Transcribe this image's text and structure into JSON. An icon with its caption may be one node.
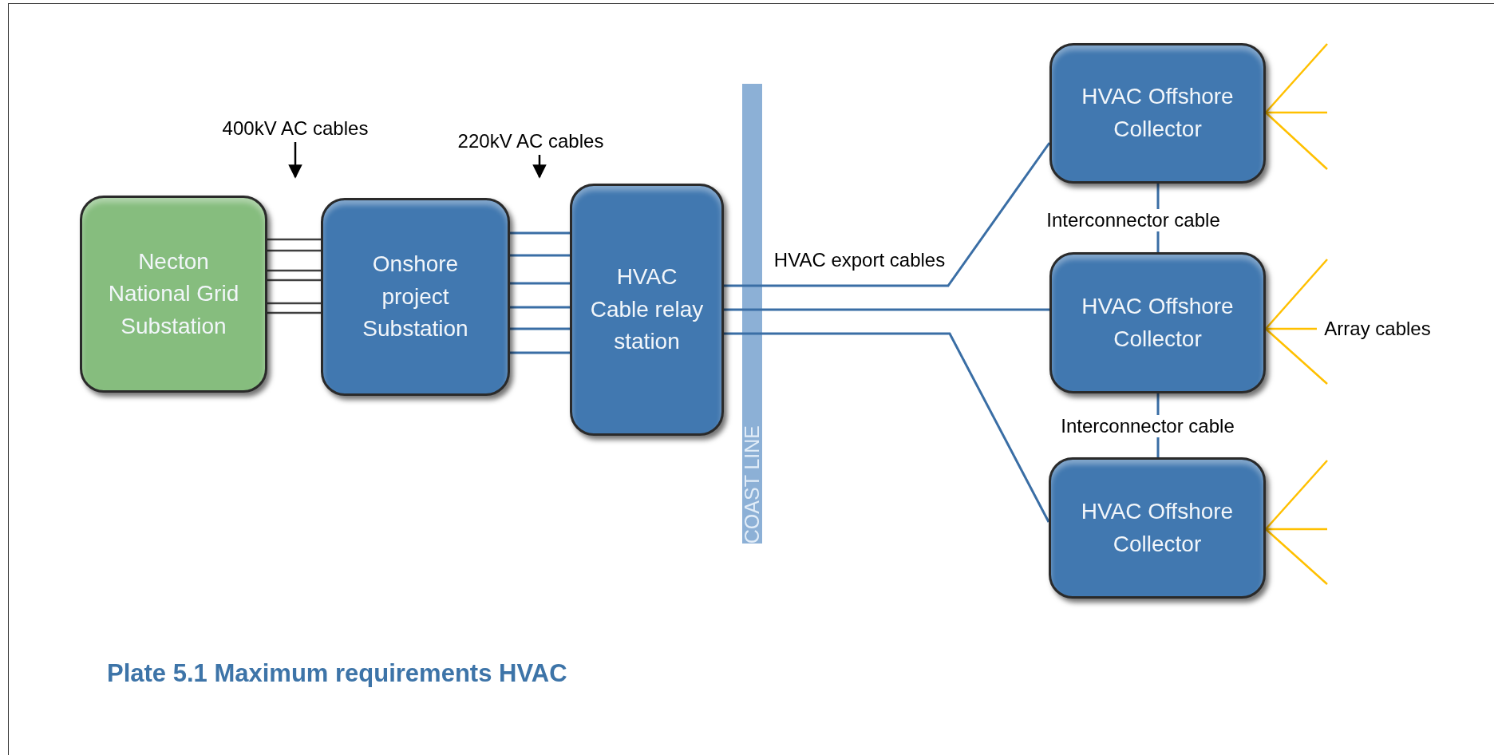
{
  "diagram": {
    "caption": "Plate 5.1 Maximum requirements HVAC",
    "nodes": [
      {
        "text": [
          "Necton National Grid Substation"
        ]
      },
      {
        "text": [
          "Onshore project Substation"
        ]
      },
      {
        "text": [
          "HVAC Cable relay station"
        ]
      },
      {
        "text": [
          "HVAC Offshore Collector"
        ]
      },
      {
        "text": [
          "HVAC Offshore Collector"
        ]
      },
      {
        "text": [
          "HVAC Offshore Collector"
        ]
      },
      {
        "text": [
          "400kV AC cables"
        ]
      },
      {
        "text": [
          "220kV AC cables"
        ]
      },
      {
        "text": [
          "Array cables"
        ]
      }
    ],
    "edges": [
      {
        "from": 0,
        "to": 1,
        "arrow": "none",
        "color": "#404040"
      },
      {
        "from": 0,
        "to": 1,
        "arrow": "none",
        "color": "#404040"
      },
      {
        "from": 0,
        "to": 1,
        "arrow": "none",
        "color": "#404040"
      },
      {
        "from": 0,
        "to": 1,
        "arrow": "none",
        "color": "#404040"
      },
      {
        "from": 0,
        "to": 1,
        "arrow": "none",
        "color": "#404040"
      },
      {
        "from": 0,
        "to": 1,
        "arrow": "none",
        "color": "#404040"
      },
      {
        "from": 1,
        "to": 2,
        "arrow": "none"
      },
      {
        "from": 1,
        "to": 2,
        "arrow": "none"
      },
      {
        "from": 1,
        "to": 2,
        "arrow": "none"
      },
      {
        "from": 1,
        "to": 2,
        "arrow": "none"
      },
      {
        "from": 1,
        "to": 2,
        "arrow": "none"
      },
      {
        "from": 1,
        "to": 2,
        "arrow": "none"
      },
      {
        "from": 2,
        "to": 3,
        "arrow": "none",
        "label": "HVAC export cables"
      },
      {
        "from": 2,
        "to": 4,
        "arrow": "none"
      },
      {
        "from": 2,
        "to": 5,
        "arrow": "none"
      },
      {
        "from": 3,
        "to": 4,
        "arrow": "none",
        "label": "Interconnector cable"
      },
      {
        "from": 4,
        "to": 5,
        "arrow": "none",
        "label": "Interconnector cable"
      },
      {
        "from": 3,
        "to": null,
        "arrow": "none",
        "color": "#ffc000"
      },
      {
        "from": 3,
        "to": null,
        "arrow": "none",
        "color": "#ffc000"
      },
      {
        "from": 3,
        "to": null,
        "arrow": "none",
        "color": "#ffc000"
      },
      {
        "from": 4,
        "to": null,
        "arrow": "none",
        "color": "#ffc000"
      },
      {
        "from": 4,
        "to": 8,
        "arrow": "none",
        "color": "#ffc000"
      },
      {
        "from": 4,
        "to": null,
        "arrow": "none",
        "color": "#ffc000"
      },
      {
        "from": 5,
        "to": null,
        "arrow": "none",
        "color": "#ffc000"
      },
      {
        "from": 5,
        "to": null,
        "arrow": "none",
        "color": "#ffc000"
      },
      {
        "from": 5,
        "to": null,
        "arrow": "none",
        "color": "#ffc000"
      },
      {
        "from": 6,
        "to": null,
        "arrow": "to",
        "color": "#000000"
      },
      {
        "from": 7,
        "to": null,
        "arrow": "to",
        "color": "#000000"
      }
    ],
    "labels": [
      "COAST LINE"
    ]
  }
}
